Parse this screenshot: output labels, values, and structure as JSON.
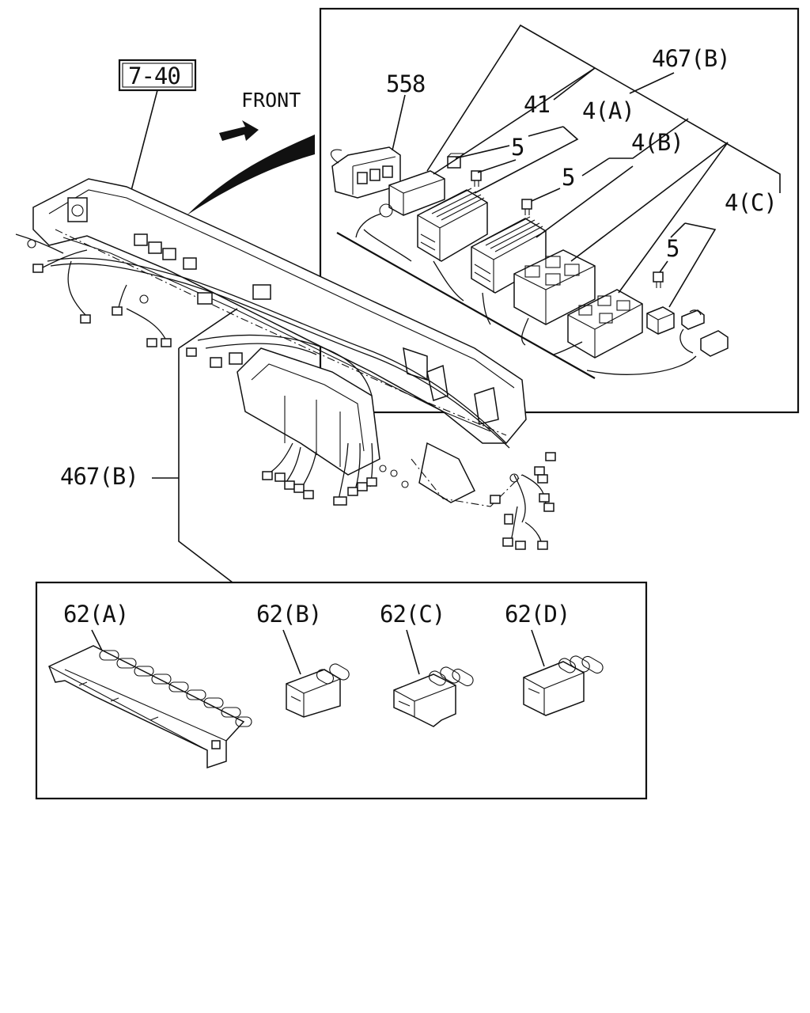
{
  "labels": {
    "ref_section": "7-40",
    "front": "FRONT",
    "part_558": "558",
    "part_467b_top": "467(B)",
    "part_41": "41",
    "part_4a": "4(A)",
    "part_5_a": "5",
    "part_4b": "4(B)",
    "part_5_b": "5",
    "part_4c": "4(C)",
    "part_5_c": "5",
    "part_467b_left": "467(B)",
    "part_62a": "62(A)",
    "part_62b": "62(B)",
    "part_62c": "62(C)",
    "part_62d": "62(D)"
  },
  "colors": {
    "ink": "#111111",
    "paper": "#ffffff"
  }
}
